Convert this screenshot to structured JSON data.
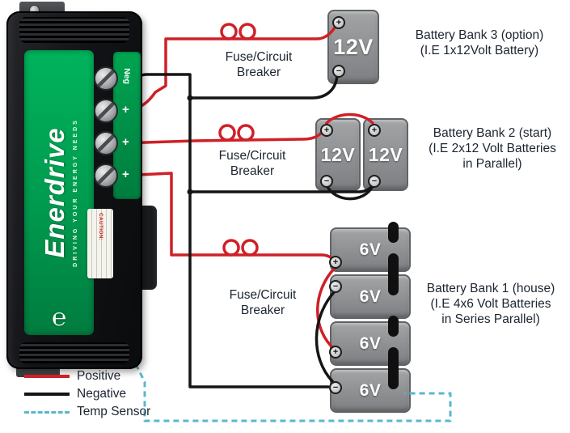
{
  "device": {
    "brand": "Enerdrive",
    "tagline": "DRIVING YOUR ENERGY NEEDS",
    "neg_label": "Neg",
    "plus_label": "+",
    "caution_label": "CAUTION:"
  },
  "icons": {
    "enerdrive_logo": "℮"
  },
  "glyphs": {
    "plus": "+",
    "minus": "−"
  },
  "fuse_labels": [
    "Fuse/Circuit\nBreaker",
    "Fuse/Circuit\nBreaker",
    "Fuse/Circuit\nBreaker"
  ],
  "banks": [
    {
      "label": "Battery Bank 3 (option)\n(I.E 1x12Volt Battery)",
      "batteries": [
        "12V"
      ]
    },
    {
      "label": "Battery Bank 2 (start)\n(I.E 2x12 Volt Batteries\nin Parallel)",
      "batteries": [
        "12V",
        "12V"
      ]
    },
    {
      "label": "Battery Bank 1 (house)\n(I.E 4x6 Volt Batteries\nin Series Parallel)",
      "batteries": [
        "6V",
        "6V",
        "6V",
        "6V"
      ]
    }
  ],
  "legend": [
    {
      "label": "Positive",
      "color": "#cf2027",
      "style": "solid"
    },
    {
      "label": "Negative",
      "color": "#151515",
      "style": "solid"
    },
    {
      "label": "Temp Sensor",
      "color": "#59b8cb",
      "style": "dashed"
    }
  ],
  "colors": {
    "positive_wire": "#cf2027",
    "negative_wire": "#151515",
    "temp_sensor_wire": "#59b8cb",
    "brand_green": "#00a551",
    "battery_gray": "#8a8c8e"
  }
}
